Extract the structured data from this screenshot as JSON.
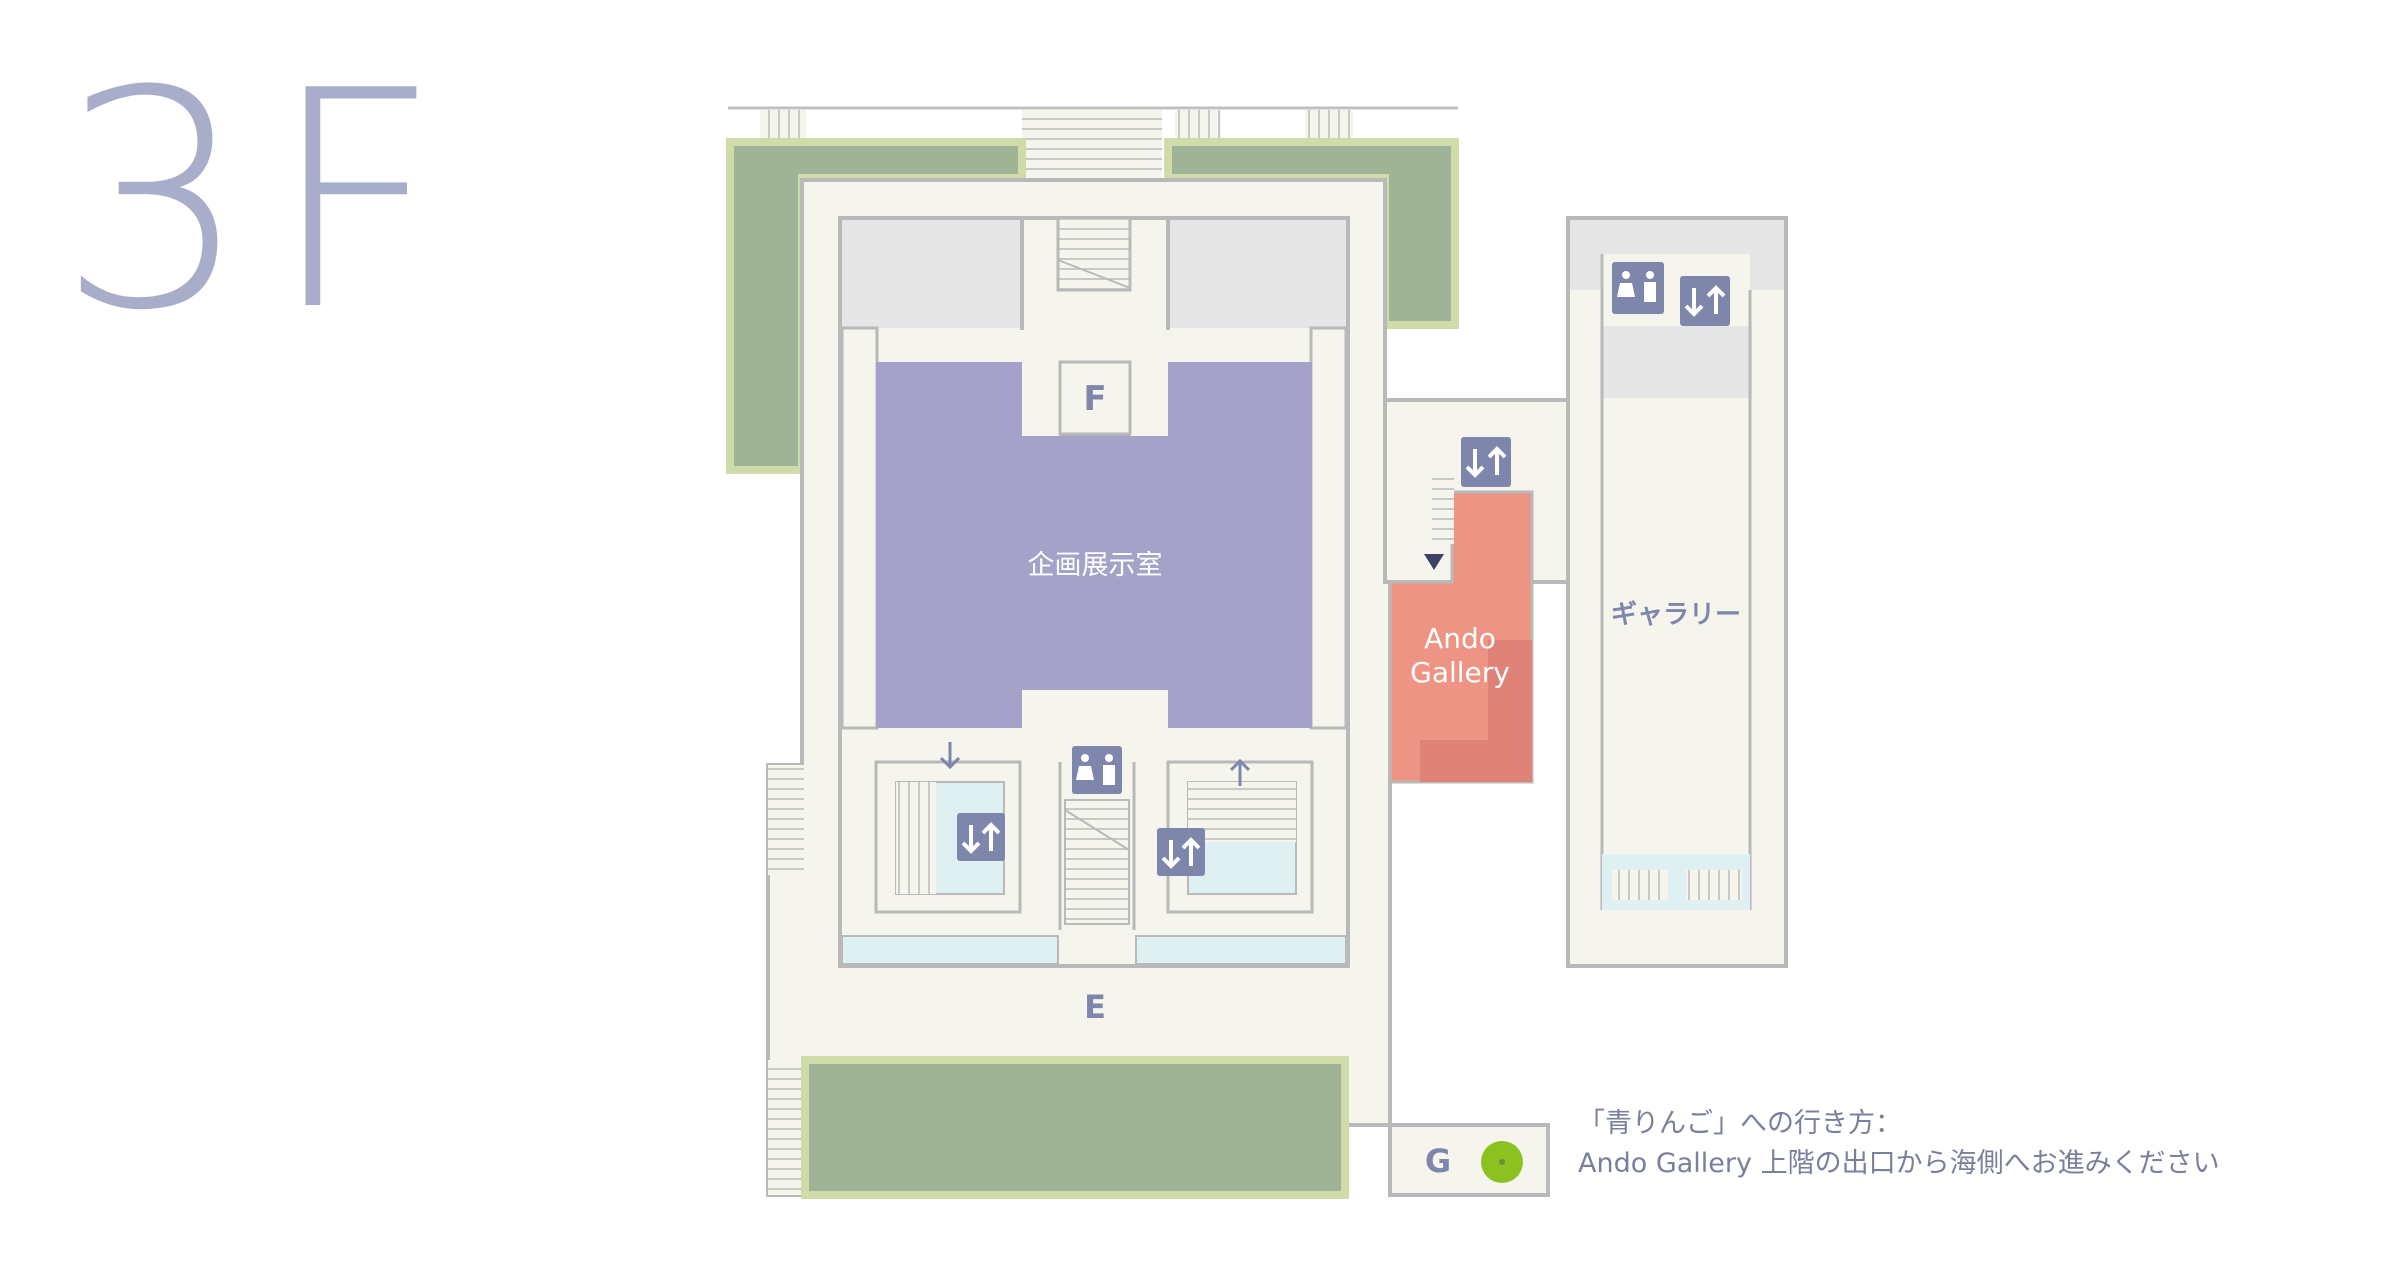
{
  "floor_title": "3F",
  "rooms": {
    "exhibition_room": "企画展示室",
    "ando_gallery_line1": "Ando",
    "ando_gallery_line2": "Gallery",
    "gallery": "ギャラリー"
  },
  "area_labels": {
    "f": "F",
    "e": "E",
    "g": "G"
  },
  "note": {
    "line1": "「青りんご」への行き方：",
    "line2": "Ando Gallery 上階の出口から海側へお進みください"
  },
  "icons": {
    "restroom": "restroom-icon",
    "elevator": "elevator-icon",
    "arrow_down": "arrow-down-icon",
    "arrow_up": "arrow-up-icon",
    "entrance_marker": "triangle-down-icon",
    "location_dot": "green-dot-icon"
  },
  "colors": {
    "exhibition": "#a4a2c8",
    "ando_gallery": "#ee9484",
    "planting": "#9fb497",
    "planting_border": "#cfdcaa",
    "floor": "#f5f4ed",
    "wall": "#b9b9b9",
    "glass": "#dff0f2",
    "gray_block": "#e6e6e6",
    "icon_bg": "#7f86ab",
    "dot": "#8cc21f"
  }
}
